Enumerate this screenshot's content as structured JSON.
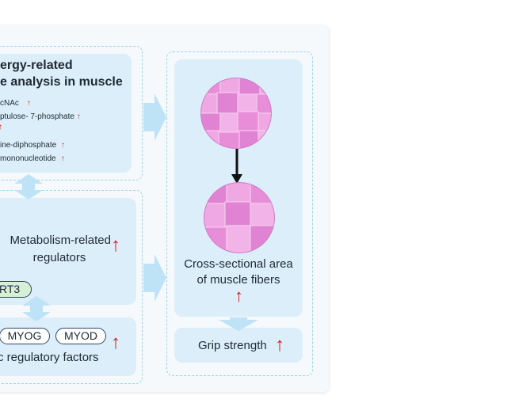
{
  "left_top": {
    "title_line1": "ergy-related",
    "title_line2": "e analysis in muscle",
    "items": [
      "cNAc",
      "ptulose- 7-phosphate",
      "ine-diphosphate",
      "mononucleotide"
    ]
  },
  "left_middle": {
    "title_line1": "Metabolism-related",
    "title_line2": "regulators",
    "green_pill": "RT3"
  },
  "left_bottom": {
    "pills": [
      "MYOG",
      "MYOD"
    ],
    "caption": "c regulatory factors"
  },
  "right": {
    "caption_line1": "Cross-sectional area",
    "caption_line2": "of muscle fibers",
    "grip_label": "Grip strength"
  },
  "colors": {
    "card_bg": "#dbeef9",
    "dashed_border": "#9fd3ec",
    "up_arrow": "#d81e1e",
    "fiber_pink": "#e47ad6",
    "flow_arrow": "#bfe3f6"
  },
  "icons": {
    "up": "↑ (red up arrow)",
    "flow": "light-blue block arrow",
    "connector": "black down arrow"
  }
}
